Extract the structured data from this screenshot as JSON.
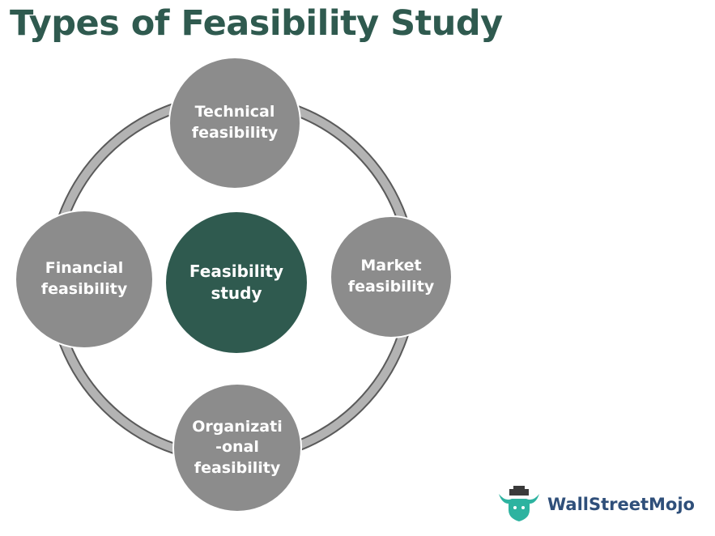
{
  "title": "Types of Feasibility Study",
  "diagram": {
    "center": "Feasibility\nstudy",
    "top": "Technical\nfeasibility",
    "right": "Market\nfeasibility",
    "bottom": "Organizati\n-onal\nfeasibility",
    "left": "Financial\nfeasibility"
  },
  "colors": {
    "title": "#2f5a4f",
    "center_fill": "#2f5a4f",
    "outer_fill": "#8c8c8c",
    "ring": "#a6a6a6",
    "logo_text": "#2f4f7a",
    "logo_icon": "#2db3a0"
  },
  "logo": {
    "text": "WallStreetMojo",
    "icon": "bull-logo-icon"
  }
}
